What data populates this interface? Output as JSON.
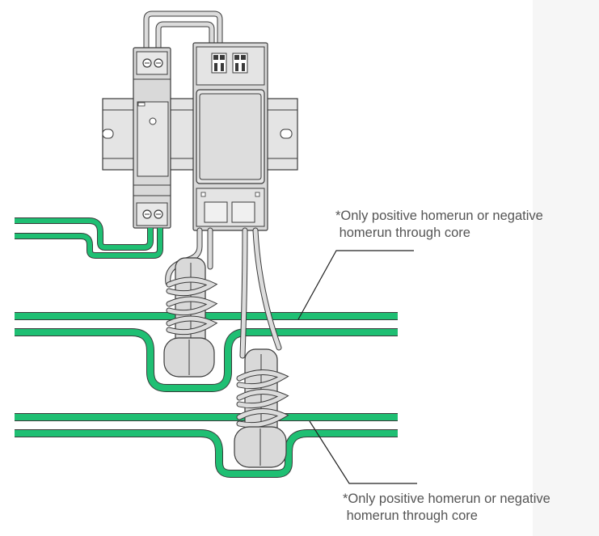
{
  "annotations": {
    "top_note": "*Only positive homerun or negative\n homerun through core",
    "bottom_note": "*Only positive homerun or negative\n homerun through core"
  },
  "colors": {
    "conductor_green": "#1fbf73",
    "device_gray": "#d6d6d6",
    "outline": "#3a3a3a",
    "panel_gray": "#cfcfcf"
  },
  "icons": {
    "din_rail": "din-rail",
    "power_supply": "power-supply-module",
    "meter": "meter-module",
    "current_transformer": "current-transformer-core"
  }
}
